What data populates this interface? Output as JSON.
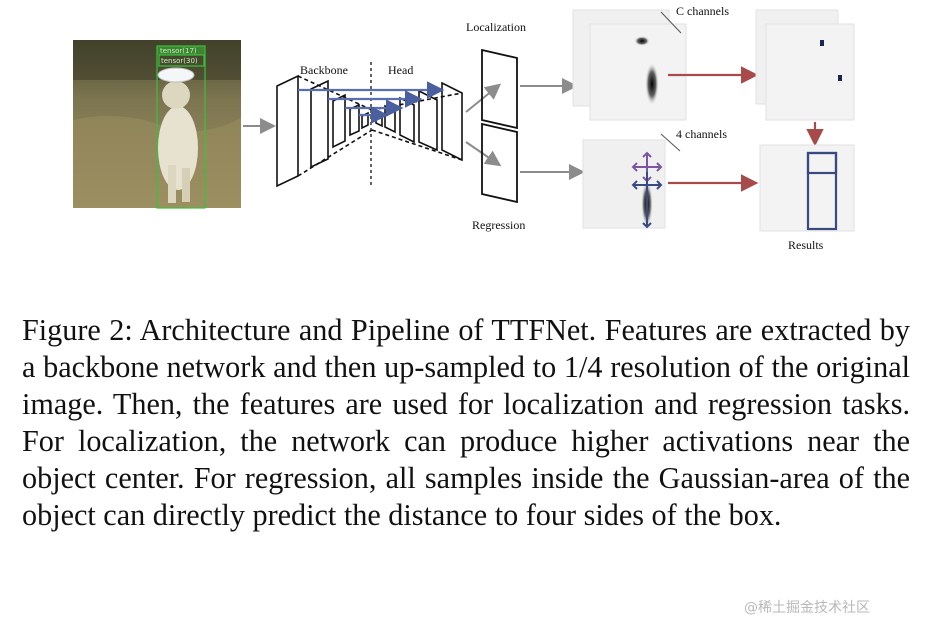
{
  "figure": {
    "labels": {
      "backbone": "Backbone",
      "head": "Head",
      "localization": "Localization",
      "regression": "Regression",
      "c_channels": "C channels",
      "four_channels": "4 channels",
      "results": "Results"
    },
    "photo_tags": [
      "tensor(17)",
      "tensor(30)"
    ],
    "colors": {
      "gray_arrow": "#8c8c8c",
      "red_arrow": "#a84a4a",
      "blue_box": "#3a4a80",
      "purple_arrow": "#7b55a0",
      "green_box": "#39c23a"
    }
  },
  "caption": {
    "text": "Figure 2: Architecture and Pipeline of TTFNet. Features are extracted by a backbone network and then up-sampled to 1/4 resolution of the original image. Then, the features are used for localization and regression tasks. For localization, the network can produce higher activations near the object center. For regression, all samples inside the Gaussian-area of the object can directly predict the distance to four sides of the box."
  },
  "watermark": "@稀土掘金技术社区"
}
